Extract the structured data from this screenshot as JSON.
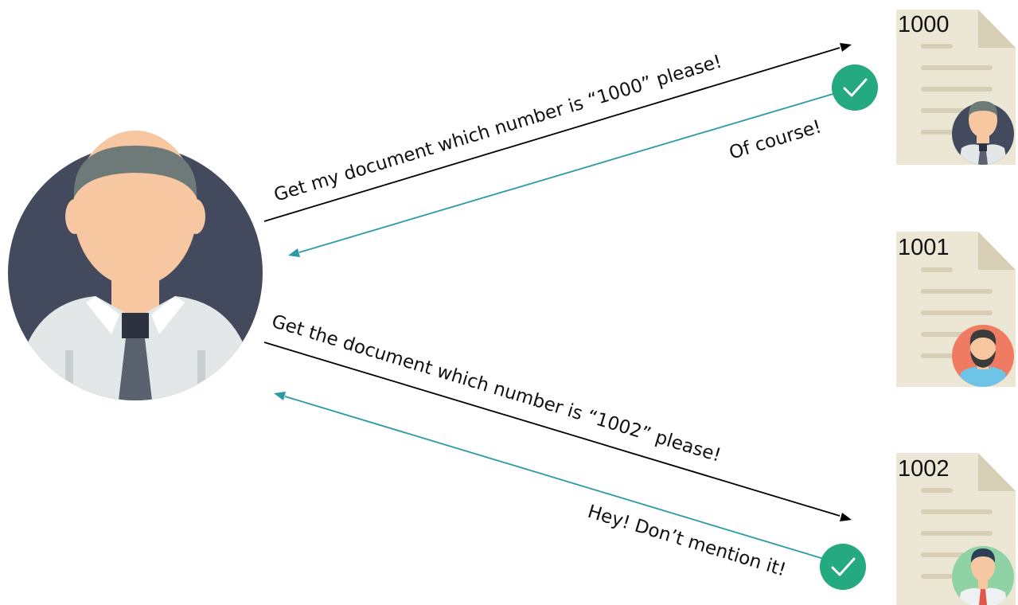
{
  "messages": {
    "request_1": "Get my document which number is “1000” please!",
    "reply_1": "Of course!",
    "request_2": "Get the document which number is “1002” please!",
    "reply_2": "Hey! Don’t mention it!"
  },
  "documents": [
    {
      "number": "1000",
      "owner_avatar": "man-tie-avatar"
    },
    {
      "number": "1001",
      "owner_avatar": "bearded-man-avatar"
    },
    {
      "number": "1002",
      "owner_avatar": "man-red-tie-avatar"
    }
  ],
  "icons": {
    "user": "man-tie-avatar",
    "success": "check-circle-icon"
  },
  "colors": {
    "request_arrow": "#000000",
    "reply_arrow": "#2a9aa6",
    "check": "#25a97e",
    "paper": "#ece7d5",
    "paper_fold": "#d6cfb6",
    "user_bg": "#434a5e"
  }
}
